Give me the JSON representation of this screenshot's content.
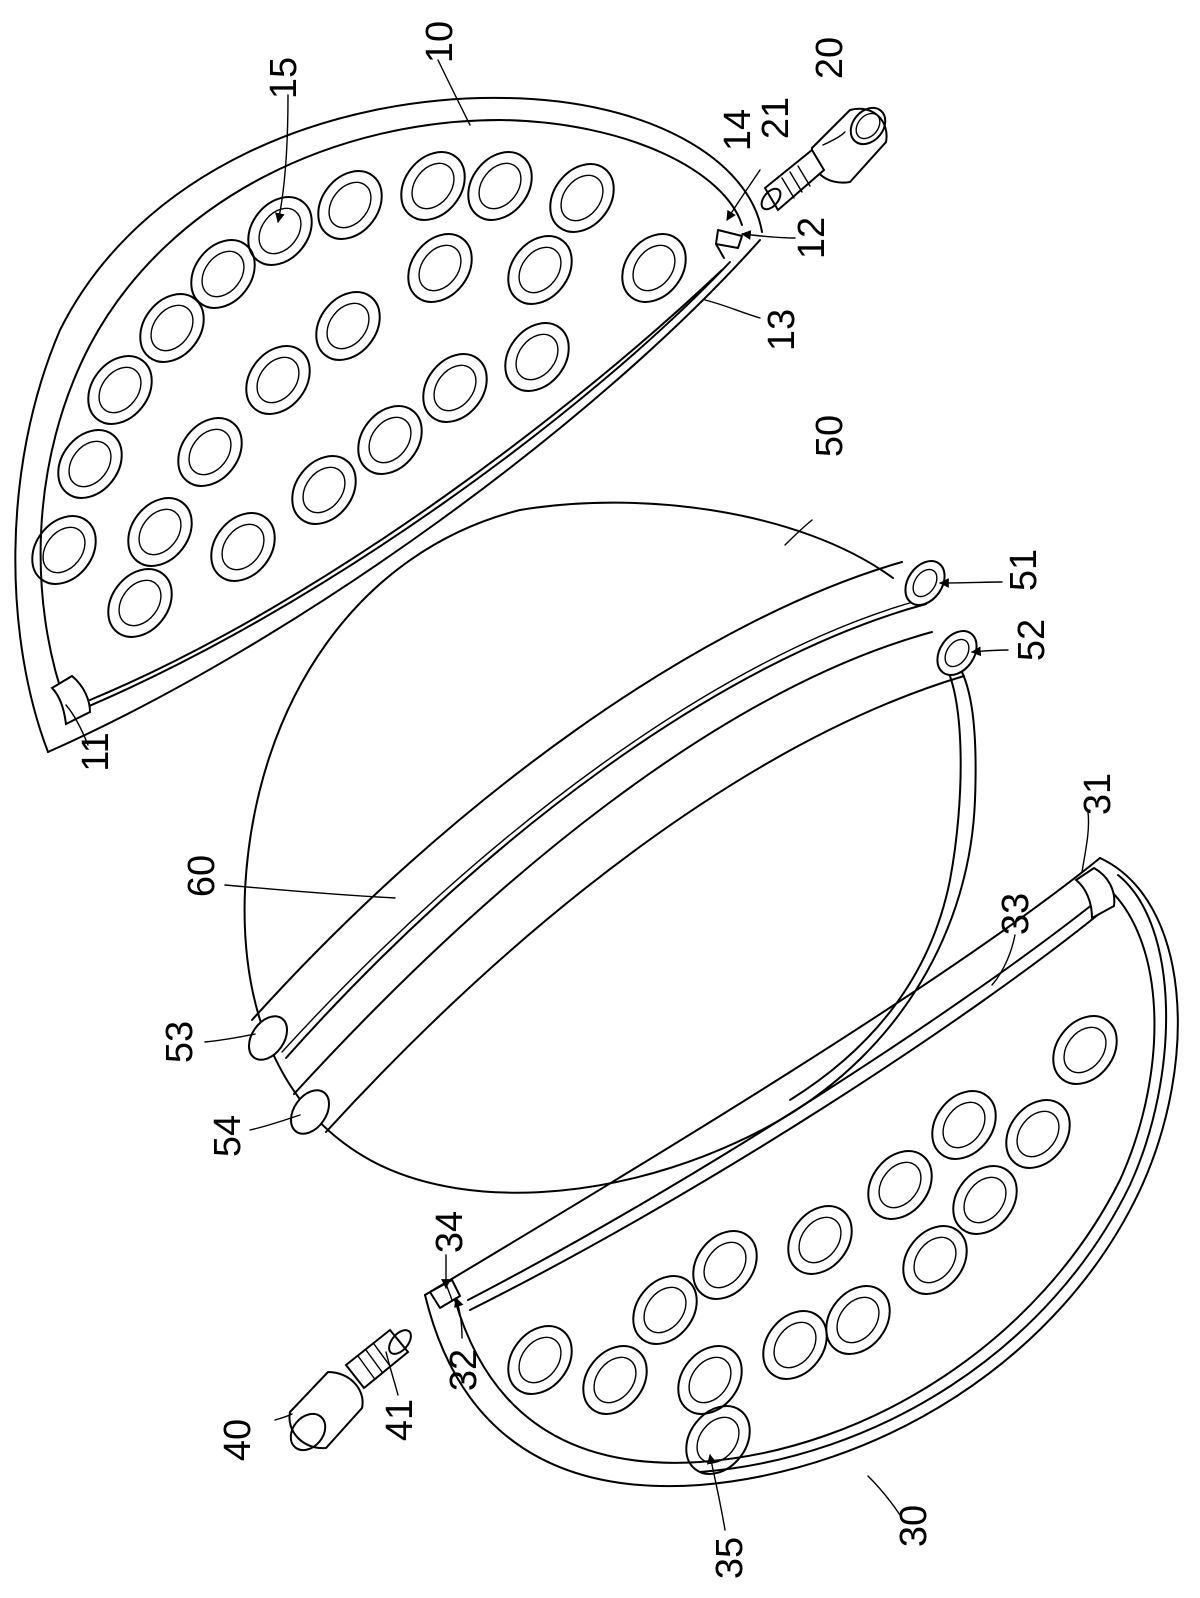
{
  "labels": {
    "l10": "10",
    "l11": "11",
    "l12": "12",
    "l13": "13",
    "l14": "14",
    "l15": "15",
    "l20": "20",
    "l21": "21",
    "l30": "30",
    "l31": "31",
    "l32": "32",
    "l33": "33",
    "l34": "34",
    "l35": "35",
    "l40": "40",
    "l41": "41",
    "l50": "50",
    "l51": "51",
    "l52": "52",
    "l53": "53",
    "l54": "54",
    "l60": "60"
  }
}
